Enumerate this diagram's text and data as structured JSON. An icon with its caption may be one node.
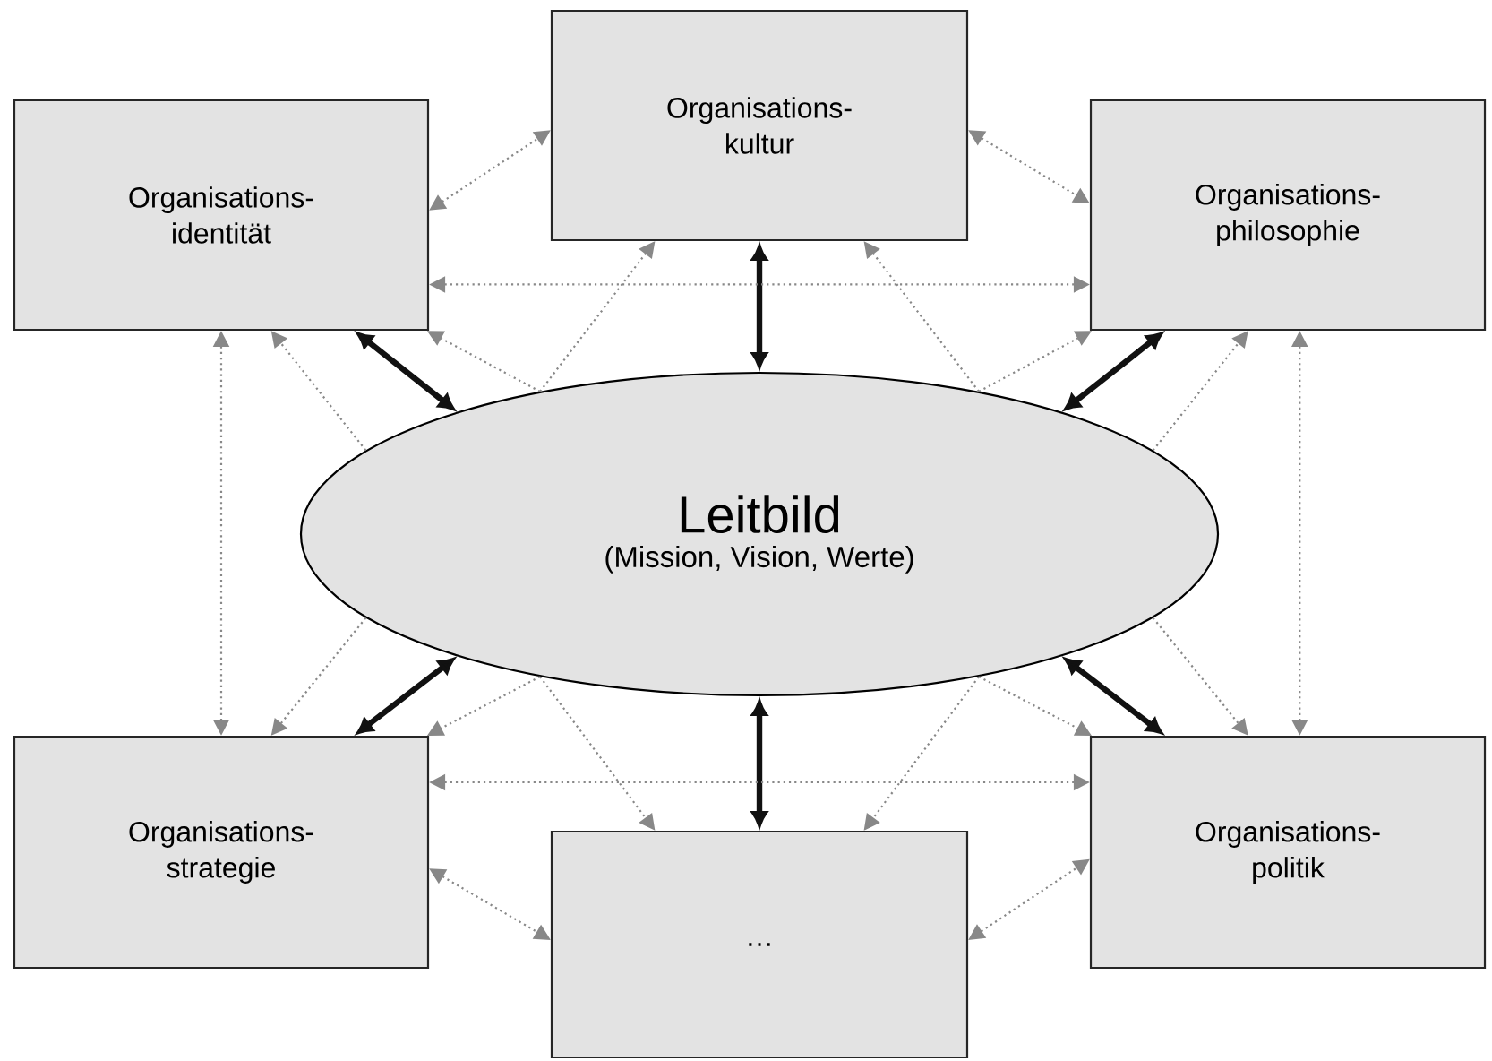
{
  "diagram": {
    "nodes": [
      {
        "text": [
          "Leitbild",
          "(Mission, Vision, Werte)"
        ]
      },
      {
        "text": [
          "Organisations- kultur"
        ]
      },
      {
        "text": [
          "Organisations- identität"
        ]
      },
      {
        "text": [
          "Organisations- philosophie"
        ]
      },
      {
        "text": [
          "Organisations- strategie"
        ]
      },
      {
        "text": [
          "Organisations- politik"
        ]
      },
      {
        "text": [
          "…"
        ]
      }
    ],
    "edges": [
      {
        "from": 0,
        "to": 1,
        "arrow": "both",
        "style": "thick",
        "color": "#111111"
      },
      {
        "from": 0,
        "to": 2,
        "arrow": "both",
        "style": "thick",
        "color": "#111111"
      },
      {
        "from": 0,
        "to": 3,
        "arrow": "both",
        "style": "thick",
        "color": "#111111"
      },
      {
        "from": 0,
        "to": 4,
        "arrow": "both",
        "style": "thick",
        "color": "#111111"
      },
      {
        "from": 0,
        "to": 5,
        "arrow": "both",
        "style": "thick",
        "color": "#111111"
      },
      {
        "from": 0,
        "to": 6,
        "arrow": "both",
        "style": "thick",
        "color": "#111111"
      },
      {
        "from": 2,
        "to": 1,
        "arrow": "both",
        "style": "dashed"
      },
      {
        "from": 1,
        "to": 3,
        "arrow": "both",
        "style": "dashed"
      },
      {
        "from": 2,
        "to": 3,
        "arrow": "both",
        "style": "dashed"
      },
      {
        "from": 2,
        "to": 4,
        "arrow": "both",
        "style": "dashed"
      },
      {
        "from": 3,
        "to": 5,
        "arrow": "both",
        "style": "dashed"
      },
      {
        "from": 4,
        "to": 5,
        "arrow": "both",
        "style": "dashed"
      },
      {
        "from": 4,
        "to": 6,
        "arrow": "both",
        "style": "dashed"
      },
      {
        "from": 6,
        "to": 5,
        "arrow": "both",
        "style": "dashed"
      },
      {
        "from": 0,
        "to": 2,
        "arrow": "to",
        "style": "dashed"
      },
      {
        "from": 0,
        "to": 2,
        "arrow": "to",
        "style": "dashed"
      },
      {
        "from": 0,
        "to": 1,
        "arrow": "to",
        "style": "dashed"
      },
      {
        "from": 0,
        "to": 1,
        "arrow": "to",
        "style": "dashed"
      },
      {
        "from": 0,
        "to": 3,
        "arrow": "to",
        "style": "dashed"
      },
      {
        "from": 0,
        "to": 3,
        "arrow": "to",
        "style": "dashed"
      },
      {
        "from": 0,
        "to": 4,
        "arrow": "to",
        "style": "dashed"
      },
      {
        "from": 0,
        "to": 4,
        "arrow": "to",
        "style": "dashed"
      },
      {
        "from": 0,
        "to": 6,
        "arrow": "to",
        "style": "dashed"
      },
      {
        "from": 0,
        "to": 6,
        "arrow": "to",
        "style": "dashed"
      },
      {
        "from": 0,
        "to": 5,
        "arrow": "to",
        "style": "dashed"
      },
      {
        "from": 0,
        "to": 5,
        "arrow": "to",
        "style": "dashed"
      }
    ]
  }
}
